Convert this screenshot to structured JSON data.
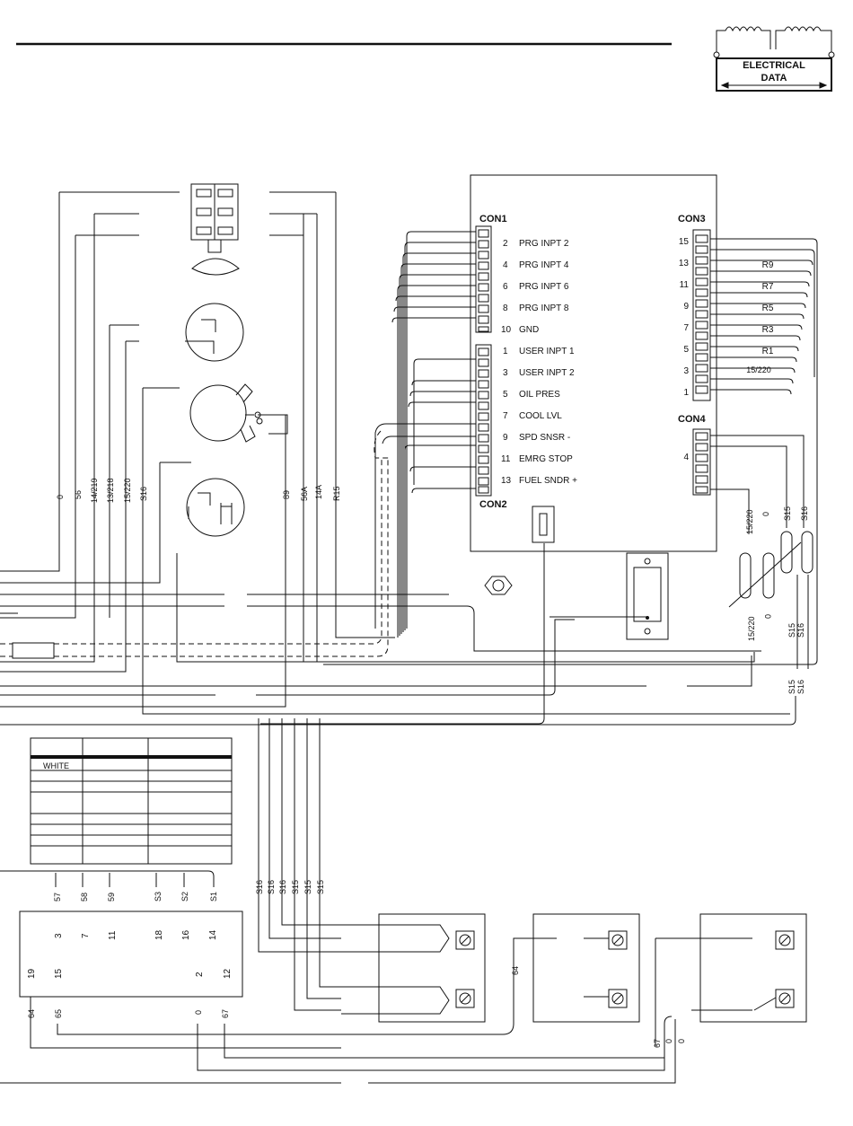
{
  "logo": {
    "line1": "ELECTRICAL",
    "line2": "DATA"
  },
  "controller": {
    "con1": {
      "title": "CON1",
      "pins": [
        {
          "num": "2",
          "label": "PRG INPT 2"
        },
        {
          "num": "4",
          "label": "PRG INPT 4"
        },
        {
          "num": "6",
          "label": "PRG INPT 6"
        },
        {
          "num": "8",
          "label": "PRG INPT 8"
        },
        {
          "num": "10",
          "label": "GND"
        }
      ]
    },
    "con2": {
      "title": "CON2",
      "pins": [
        {
          "num": "1",
          "label": "USER INPT 1"
        },
        {
          "num": "3",
          "label": "USER INPT 2"
        },
        {
          "num": "5",
          "label": "OIL PRES"
        },
        {
          "num": "7",
          "label": "COOL LVL"
        },
        {
          "num": "9",
          "label": "SPD SNSR -"
        },
        {
          "num": "11",
          "label": "EMRG STOP"
        },
        {
          "num": "13",
          "label": "FUEL SNDR +"
        }
      ]
    },
    "con3": {
      "title": "CON3",
      "pins": [
        {
          "num": "15",
          "wire": ""
        },
        {
          "num": "13",
          "wire": "R9"
        },
        {
          "num": "11",
          "wire": "R7"
        },
        {
          "num": "9",
          "wire": "R5"
        },
        {
          "num": "7",
          "wire": "R3"
        },
        {
          "num": "5",
          "wire": "R1"
        },
        {
          "num": "3",
          "wire": "15/220"
        },
        {
          "num": "1",
          "wire": ""
        }
      ]
    },
    "con4": {
      "title": "CON4",
      "pin": "4"
    }
  },
  "harness_wires": [
    "0",
    "56",
    "14/219",
    "13/218",
    "15/220",
    "S16",
    "89",
    "56A",
    "14A",
    "R15"
  ],
  "right_wires": {
    "w1": "15/220",
    "w2": "0",
    "w3": "S15",
    "w4": "S16",
    "w5": "0",
    "w6": "15/220",
    "w7": "S15",
    "w8": "S16",
    "w9": "S15",
    "w10": "S16"
  },
  "color_table": {
    "cell": "WHITE"
  },
  "terminal_block": {
    "top_wires": [
      "57",
      "58",
      "59",
      "S3",
      "S2",
      "S1"
    ],
    "top_terms": [
      "3",
      "7",
      "11",
      "18",
      "16",
      "14"
    ],
    "mid_terms": [
      "19",
      "15",
      "2",
      "12"
    ],
    "bottom_wires": [
      "64",
      "65",
      "0",
      "67"
    ]
  },
  "bundle_wires": [
    "S16",
    "S16",
    "S16",
    "S15",
    "S15",
    "S15"
  ],
  "relay_wires": {
    "r2": "64",
    "r3a": "67",
    "r3b": "0",
    "r3c": "0"
  }
}
